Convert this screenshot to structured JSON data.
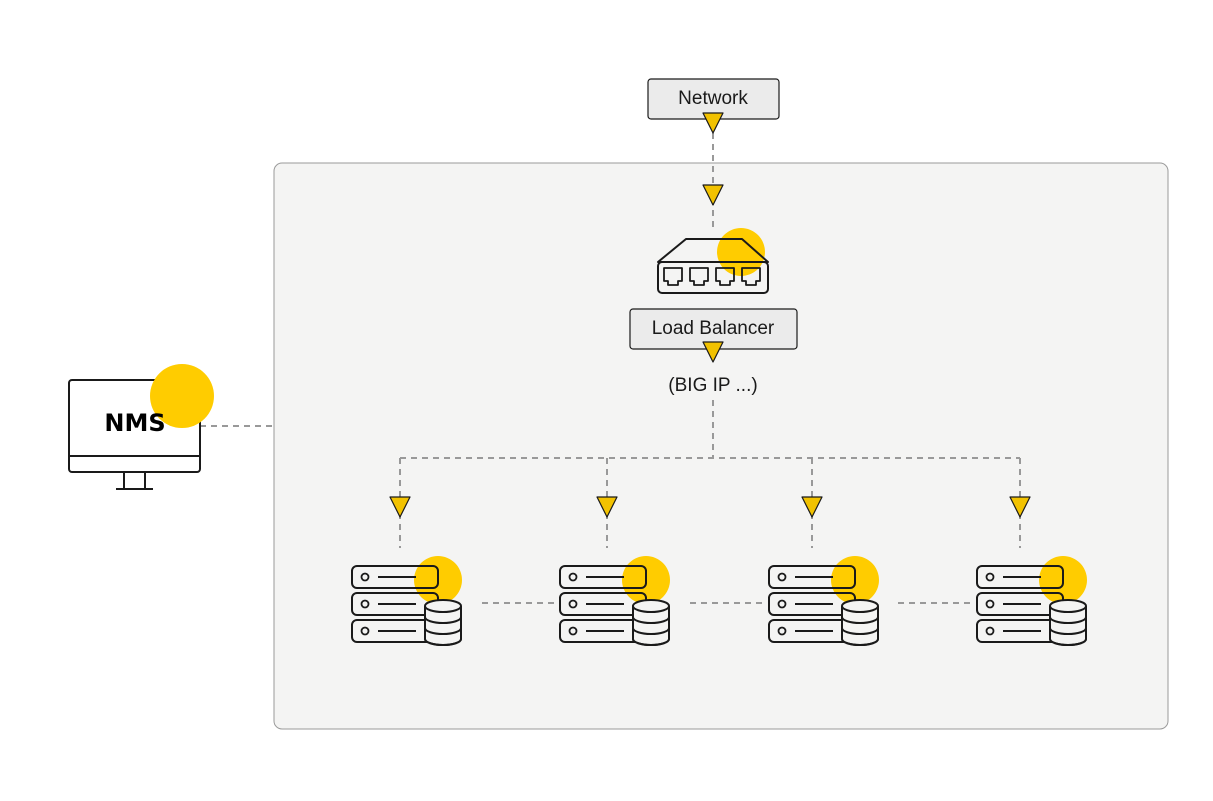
{
  "network": {
    "label": "Network"
  },
  "load_balancer": {
    "label": "Load Balancer",
    "sublabel": "(BIG IP ...)"
  },
  "nms": {
    "label": "NMS"
  },
  "colors": {
    "accent": "#FFCC00",
    "arrow": "#F2C200",
    "container_bg": "#F4F4F3",
    "container_border": "#9A9A9A",
    "label_box_bg": "#EBEBEB",
    "line": "#999999",
    "outline": "#1A1A1A"
  },
  "servers": [
    {
      "icon": "server-database-icon"
    },
    {
      "icon": "server-database-icon"
    },
    {
      "icon": "server-database-icon"
    },
    {
      "icon": "server-database-icon"
    }
  ]
}
